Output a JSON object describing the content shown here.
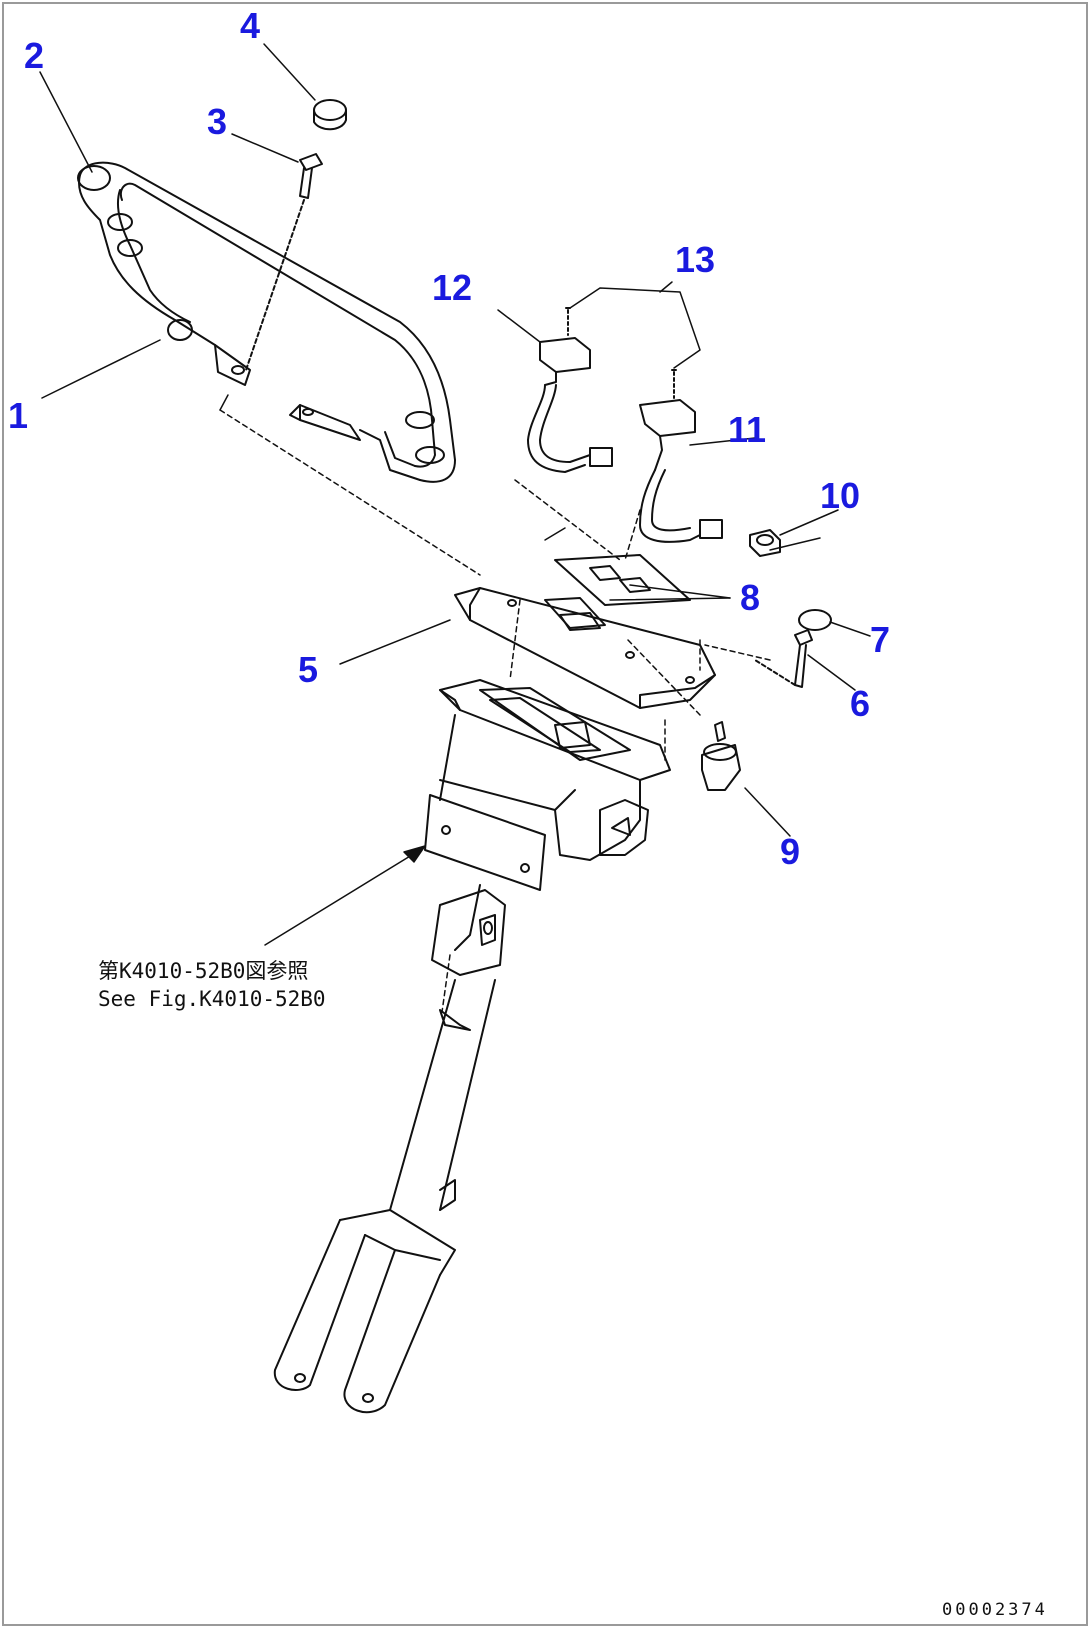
{
  "callouts": {
    "c1": "1",
    "c2": "2",
    "c3": "3",
    "c4": "4",
    "c5": "5",
    "c6": "6",
    "c7": "7",
    "c8": "8",
    "c9": "9",
    "c10": "10",
    "c11": "11",
    "c12": "12",
    "c13": "13"
  },
  "note": {
    "line_jp": "第K4010-52B0図参照",
    "line_en": "See Fig.K4010-52B0"
  },
  "doc_number": "00002374",
  "colors": {
    "callout": "#1a1adf",
    "line": "#111111",
    "frame": "#9a9a9a"
  }
}
